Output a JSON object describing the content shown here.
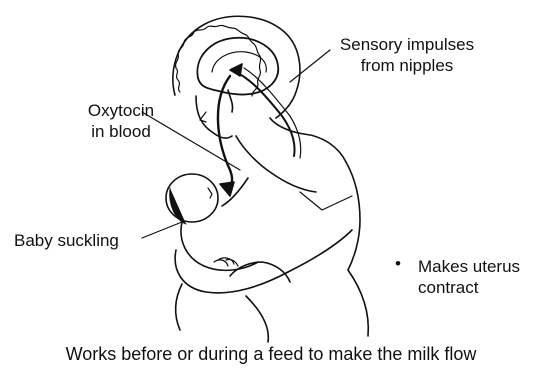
{
  "labels": {
    "sensory_line1": "Sensory impulses",
    "sensory_line2": "from nipples",
    "oxytocin_line1": "Oxytocin",
    "oxytocin_line2": "in blood",
    "baby": "Baby suckling",
    "bullet_symbol": "•",
    "uterus_line1": "Makes uterus",
    "uterus_line2": "contract"
  },
  "caption": "Works before or during a feed to make the milk flow",
  "colors": {
    "ink": "#111111",
    "background": "#ffffff"
  }
}
